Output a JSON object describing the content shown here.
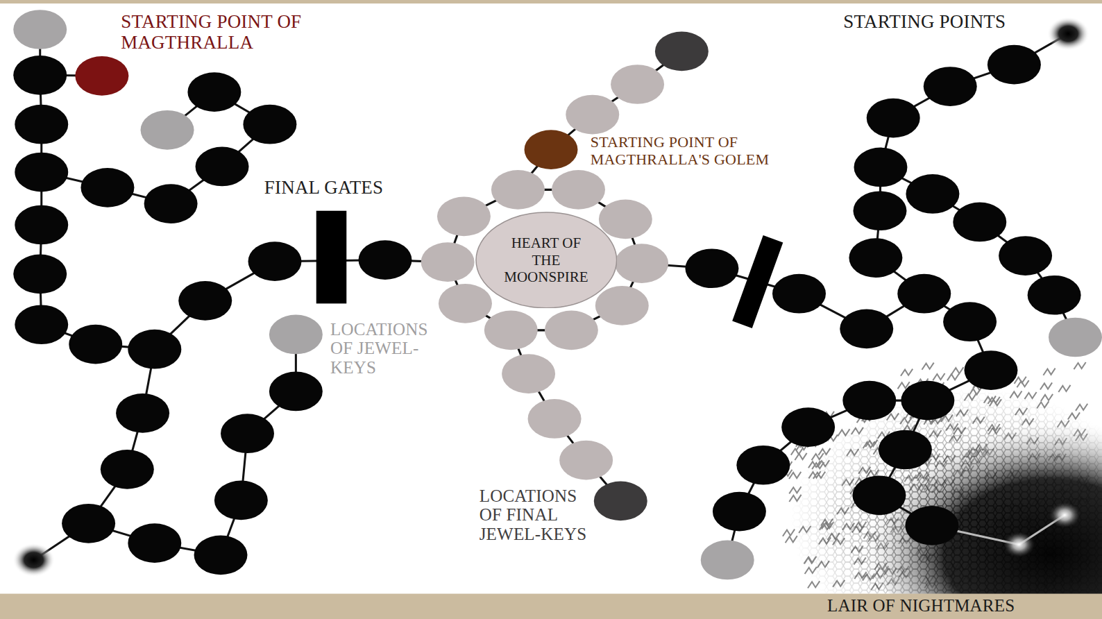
{
  "diagram": {
    "nodes": [
      {
        "text": [
          "HEART OF THE MOONSPIRE"
        ]
      }
    ],
    "labels": [
      "STARTING POINT OF MAGTHRALLA",
      "STARTING POINTS",
      "STARTING POINT OF MAGTHRALLA'S GOLEM",
      "FINAL GATES",
      "LOCATIONS OF JEWEL-KEYS",
      "LOCATIONS OF FINAL JEWEL-KEYS",
      "LAIR OF NIGHTMARES"
    ]
  }
}
